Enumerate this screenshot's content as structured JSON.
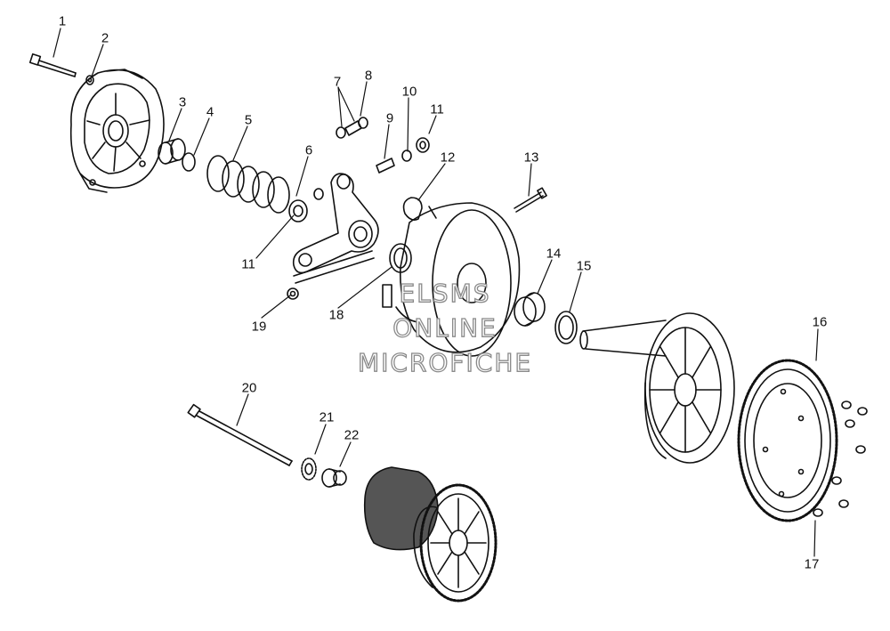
{
  "callouts": [
    "1",
    "2",
    "3",
    "4",
    "5",
    "6",
    "7",
    "8",
    "9",
    "10",
    "11",
    "11",
    "12",
    "13",
    "14",
    "15",
    "16",
    "17",
    "18",
    "19",
    "20",
    "21",
    "22"
  ],
  "watermark": {
    "line1": "ELSMS",
    "line2": "ONLINE",
    "line3": "MICROFICHE"
  },
  "colors": {
    "ink": "#111111",
    "watermark": "#8a8a8a"
  }
}
